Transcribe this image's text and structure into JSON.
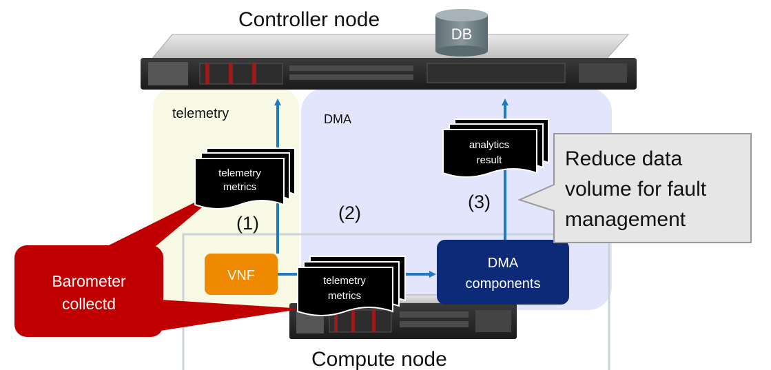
{
  "controller": {
    "title": "Controller node",
    "db": "DB"
  },
  "compute": {
    "title": "Compute node"
  },
  "regions": {
    "telemetry": "telemetry",
    "dma": "DMA"
  },
  "docs": {
    "telemetry_top": [
      "telemetry",
      "metrics"
    ],
    "telemetry_bottom": [
      "telemetry",
      "metrics"
    ],
    "analytics": [
      "analytics",
      "result"
    ]
  },
  "boxes": {
    "vnf": "VNF",
    "dma_components": [
      "DMA",
      "components"
    ],
    "barometer": [
      "Barometer",
      "collectd"
    ]
  },
  "steps": {
    "step1": "(1)",
    "step2": "(2)",
    "step3": "(3)"
  },
  "callout": [
    "Reduce data",
    "volume for fault",
    "management"
  ],
  "colors": {
    "telemetry_region": "#f7f9e4",
    "dma_region": "#e2e5fb",
    "arrow": "#1f7ac4",
    "vnf": "#ef8a00",
    "dma_box": "#0d2a78",
    "barometer": "#c00000"
  }
}
